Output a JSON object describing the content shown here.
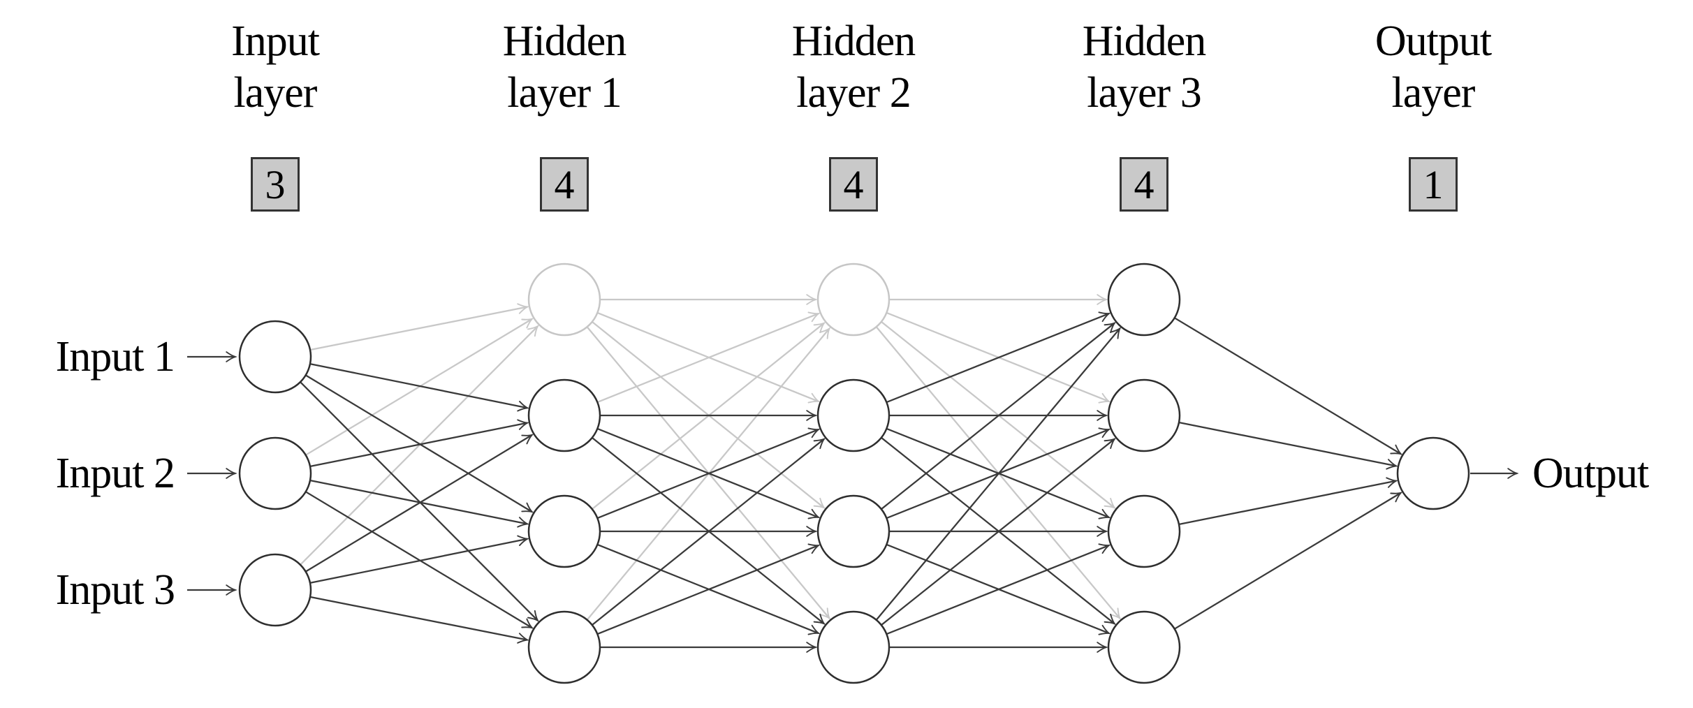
{
  "diagram": {
    "type": "feedforward-neural-network",
    "colors": {
      "dark_edge": "#3a3a3a",
      "light_edge": "#c8c8c8",
      "node_stroke": "#2e2e2e",
      "node_faded_stroke": "#c6c6c6",
      "node_fill": "#ffffff",
      "badge_fill": "#c9c9c9",
      "badge_border": "#333333",
      "text": "#000000"
    },
    "layers": [
      {
        "name": "input",
        "header_lines": [
          "Input",
          "layer"
        ],
        "count": 3,
        "faded_nodes": []
      },
      {
        "name": "hidden1",
        "header_lines": [
          "Hidden",
          "layer 1"
        ],
        "count": 4,
        "faded_nodes": [
          0
        ]
      },
      {
        "name": "hidden2",
        "header_lines": [
          "Hidden",
          "layer 2"
        ],
        "count": 4,
        "faded_nodes": [
          0
        ]
      },
      {
        "name": "hidden3",
        "header_lines": [
          "Hidden",
          "layer 3"
        ],
        "count": 4,
        "faded_nodes": []
      },
      {
        "name": "output",
        "header_lines": [
          "Output",
          "layer"
        ],
        "count": 1,
        "faded_nodes": []
      }
    ],
    "input_labels": [
      "Input 1",
      "Input 2",
      "Input 3"
    ],
    "output_label": "Output",
    "connection_rule": "fully connected between adjacent layers; edges touching a faded node are light gray"
  }
}
